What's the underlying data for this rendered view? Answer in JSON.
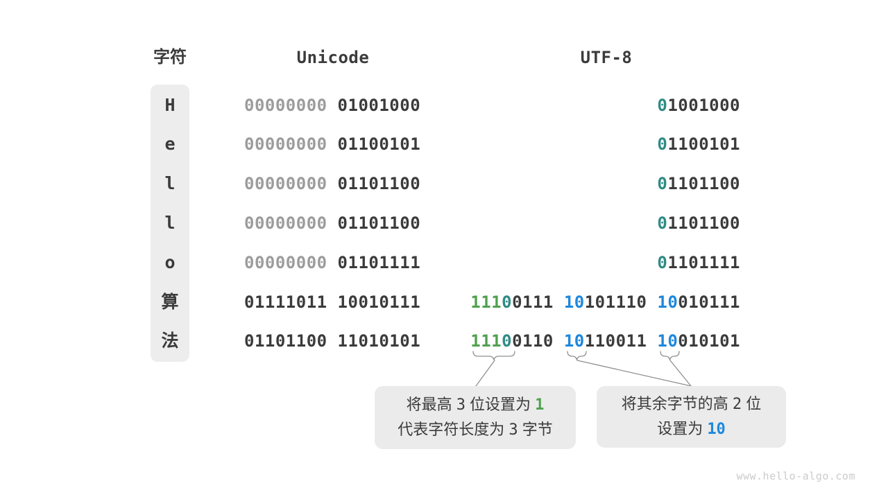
{
  "header": {
    "char": "字符",
    "unicode": "Unicode",
    "utf8": "UTF-8"
  },
  "rows": [
    {
      "char": "H",
      "unicode": [
        {
          "t": "00000000 ",
          "c": "gray"
        },
        {
          "t": "01001000",
          "c": "dark"
        }
      ],
      "utf8": [
        [
          {
            "t": "0",
            "c": "teal"
          },
          {
            "t": "1001000",
            "c": "dark"
          }
        ]
      ]
    },
    {
      "char": "e",
      "unicode": [
        {
          "t": "00000000 ",
          "c": "gray"
        },
        {
          "t": "01100101",
          "c": "dark"
        }
      ],
      "utf8": [
        [
          {
            "t": "0",
            "c": "teal"
          },
          {
            "t": "1100101",
            "c": "dark"
          }
        ]
      ]
    },
    {
      "char": "l",
      "unicode": [
        {
          "t": "00000000 ",
          "c": "gray"
        },
        {
          "t": "01101100",
          "c": "dark"
        }
      ],
      "utf8": [
        [
          {
            "t": "0",
            "c": "teal"
          },
          {
            "t": "1101100",
            "c": "dark"
          }
        ]
      ]
    },
    {
      "char": "l",
      "unicode": [
        {
          "t": "00000000 ",
          "c": "gray"
        },
        {
          "t": "01101100",
          "c": "dark"
        }
      ],
      "utf8": [
        [
          {
            "t": "0",
            "c": "teal"
          },
          {
            "t": "1101100",
            "c": "dark"
          }
        ]
      ]
    },
    {
      "char": "o",
      "unicode": [
        {
          "t": "00000000 ",
          "c": "gray"
        },
        {
          "t": "01101111",
          "c": "dark"
        }
      ],
      "utf8": [
        [
          {
            "t": "0",
            "c": "teal"
          },
          {
            "t": "1101111",
            "c": "dark"
          }
        ]
      ]
    },
    {
      "char": "算",
      "unicode": [
        {
          "t": "01111011 ",
          "c": "dark"
        },
        {
          "t": "10010111",
          "c": "dark"
        }
      ],
      "utf8": [
        [
          {
            "t": "111",
            "c": "green"
          },
          {
            "t": "0",
            "c": "teal"
          },
          {
            "t": "0111",
            "c": "dark"
          }
        ],
        [
          {
            "t": "10",
            "c": "blue"
          },
          {
            "t": "101110",
            "c": "dark"
          }
        ],
        [
          {
            "t": "10",
            "c": "blue"
          },
          {
            "t": "010111",
            "c": "dark"
          }
        ]
      ]
    },
    {
      "char": "法",
      "unicode": [
        {
          "t": "01101100 ",
          "c": "dark"
        },
        {
          "t": "11010101",
          "c": "dark"
        }
      ],
      "utf8": [
        [
          {
            "t": "111",
            "c": "green"
          },
          {
            "t": "0",
            "c": "teal"
          },
          {
            "t": "0110",
            "c": "dark"
          }
        ],
        [
          {
            "t": "10",
            "c": "blue"
          },
          {
            "t": "110011",
            "c": "dark"
          }
        ],
        [
          {
            "t": "10",
            "c": "blue"
          },
          {
            "t": "010101",
            "c": "dark"
          }
        ]
      ]
    }
  ],
  "callouts": {
    "left": {
      "lines": [
        [
          {
            "t": "将最高 "
          },
          {
            "t": "3",
            "mono": true
          },
          {
            "t": " 位设置为 "
          },
          {
            "t": "1",
            "c": "green",
            "mono": true,
            "bold": true
          }
        ],
        [
          {
            "t": "代表字符长度为 "
          },
          {
            "t": "3",
            "mono": true
          },
          {
            "t": " 字节"
          }
        ]
      ]
    },
    "right": {
      "lines": [
        [
          {
            "t": "将其余字节的高 "
          },
          {
            "t": "2",
            "mono": true
          },
          {
            "t": " 位"
          }
        ],
        [
          {
            "t": "设置为 "
          },
          {
            "t": "10",
            "c": "blue",
            "mono": true,
            "bold": true
          }
        ]
      ]
    }
  },
  "watermark": "www.hello-algo.com",
  "colors": {
    "dark": "#3b3b3b",
    "gray": "#9c9c9c",
    "green": "#50a150",
    "teal": "#2f8b85",
    "blue": "#1e88dd",
    "pill_bg": "#ededed",
    "box_bg": "#ebebeb",
    "line": "#8f8f8f",
    "watermark": "#cbcbcb"
  }
}
